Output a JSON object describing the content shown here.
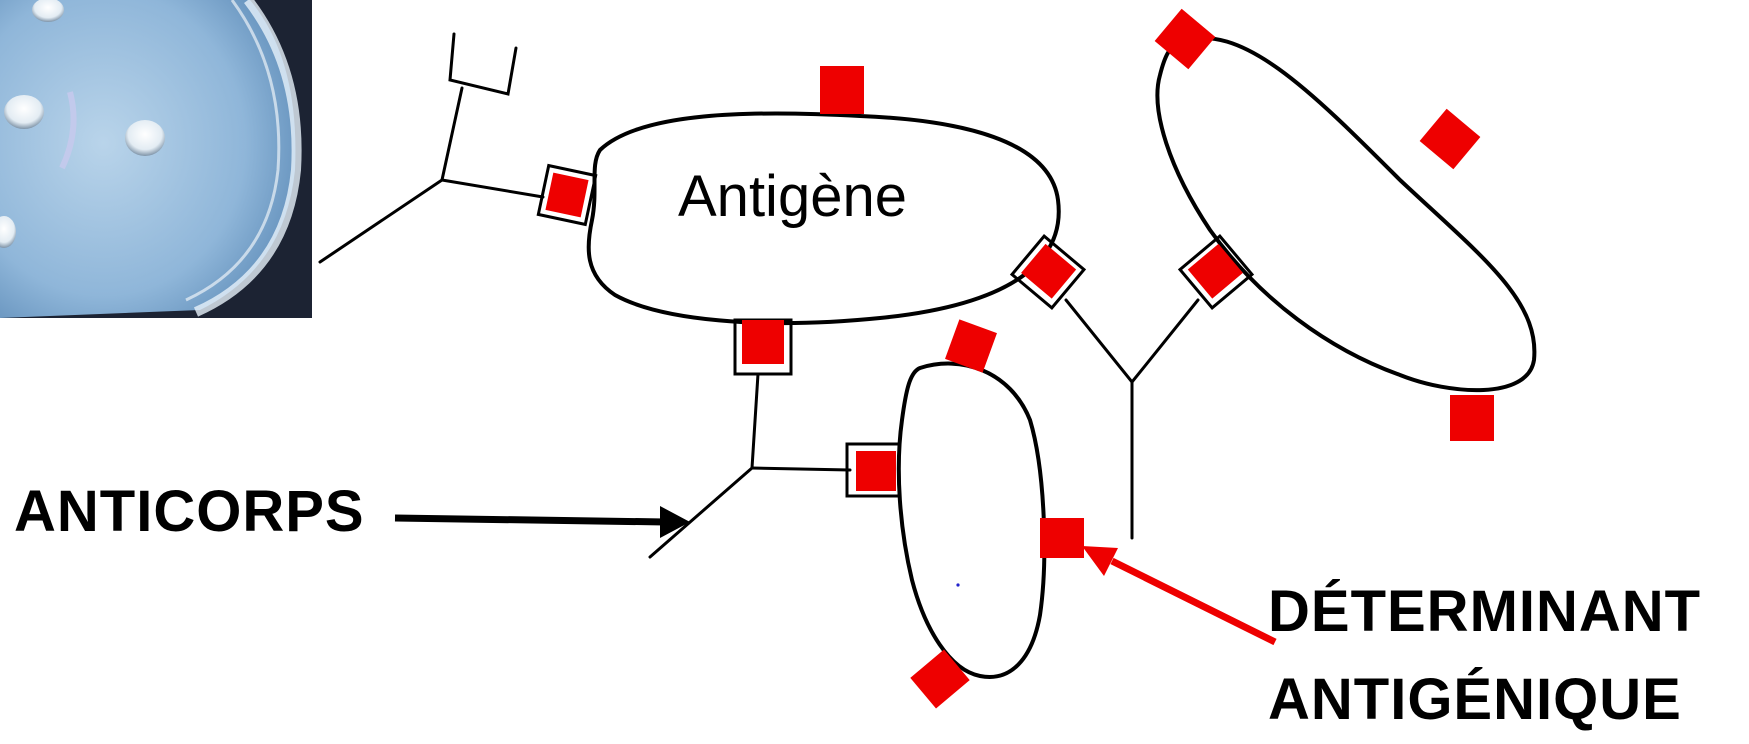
{
  "labels": {
    "antigen": "Antigène",
    "antibody": "ANTICORPS",
    "determinant_line1": "DÉTERMINANT",
    "determinant_line2": "ANTIGÉNIQUE"
  },
  "colors": {
    "determinant": "#ee0000",
    "antibody_arrow": "#000000",
    "determinant_arrow": "#ee0000",
    "outline": "#000000"
  },
  "photo": {
    "description_icon": "petri-dish-photo"
  }
}
